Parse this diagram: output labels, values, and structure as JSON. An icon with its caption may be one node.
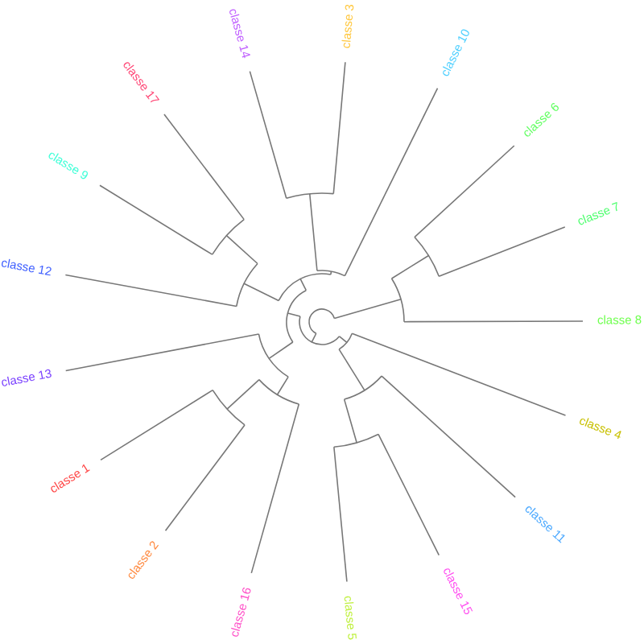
{
  "diagram": {
    "labels": [
      "classe 14",
      "classe 3",
      "classe 10",
      "classe 6",
      "classe 7",
      "classe 8",
      "classe 4",
      "classe 11",
      "classe 15",
      "classe 5",
      "classe 16",
      "classe 2",
      "classe 1",
      "classe 13",
      "classe 12",
      "classe 9",
      "classe 17"
    ]
  }
}
